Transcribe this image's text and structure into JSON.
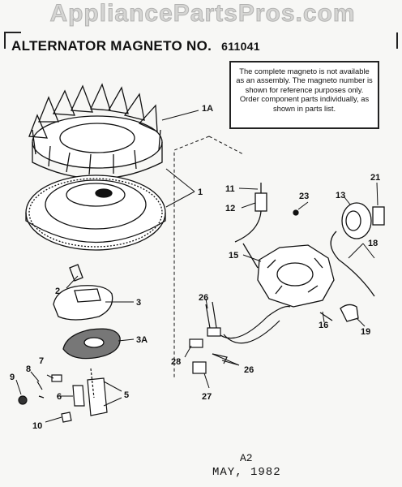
{
  "watermark": "AppliancePartsPros.com",
  "title": "ALTERNATOR MAGNETO NO.",
  "part_number": "611041",
  "note": "The complete magneto is not available as an assembly. The magneto number is shown for reference purposes only. Order component parts individually, as shown in parts list.",
  "callouts": {
    "c1A": "1A",
    "c1": "1",
    "c2": "2",
    "c3": "3",
    "c3A": "3A",
    "c5": "5",
    "c6": "6",
    "c7": "7",
    "c8": "8",
    "c9": "9",
    "c10": "10",
    "c11": "11",
    "c12": "12",
    "c13": "13",
    "c15": "15",
    "c16": "16",
    "c18": "18",
    "c19": "19",
    "c21": "21",
    "c23": "23",
    "c26a": "26",
    "c26b": "26",
    "c27": "27",
    "c28": "28"
  },
  "footer": {
    "code": "A2",
    "date": "MAY, 1982"
  }
}
